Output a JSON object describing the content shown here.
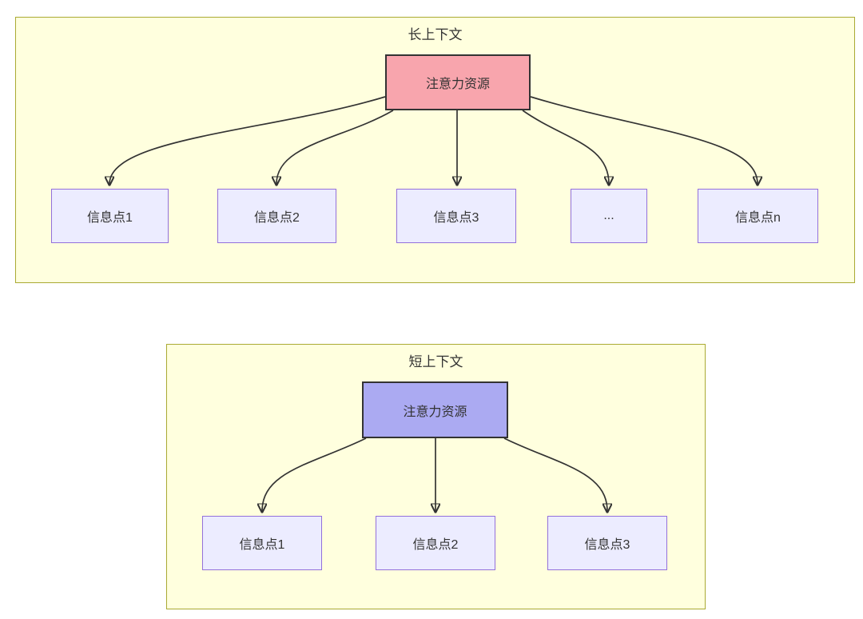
{
  "colors": {
    "container_fill": "#ffffde",
    "container_border": "#aaaa33",
    "long_root_fill": "#f8a5ad",
    "short_root_fill": "#abaaf2",
    "info_fill": "#ececff",
    "info_border": "#9370db",
    "line_and_text": "#333333"
  },
  "diagrams": [
    {
      "title": "长上下文",
      "root": {
        "label": "注意力资源",
        "fill": "#f8a5ad"
      },
      "children": [
        {
          "label": "信息点1"
        },
        {
          "label": "信息点2"
        },
        {
          "label": "信息点3"
        },
        {
          "label": "..."
        },
        {
          "label": "信息点n"
        }
      ]
    },
    {
      "title": "短上下文",
      "root": {
        "label": "注意力资源",
        "fill": "#abaaf2"
      },
      "children": [
        {
          "label": "信息点1"
        },
        {
          "label": "信息点2"
        },
        {
          "label": "信息点3"
        }
      ]
    }
  ]
}
